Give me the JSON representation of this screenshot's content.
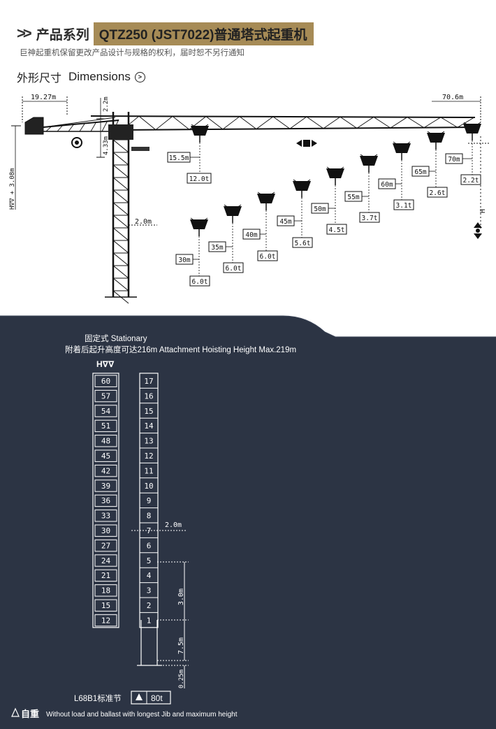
{
  "header": {
    "category_label": "产品系列",
    "model_label": "QTZ250 (JST7022)普通塔式起重机",
    "disclaimer": "巨神起重机保留更改产品设计与规格的权利，届时恕不另行通知"
  },
  "dimensions": {
    "title_cn": "外形尺寸",
    "title_en": "Dimensions",
    "counter_jib_length": "19.27m",
    "jib_length": "70.6m",
    "top_height": "2.2m",
    "head_height": "4.33m",
    "total_height": "H∇∇ + 3.08m",
    "tower_width": "2.0m",
    "hook_height_label": "H",
    "load_chart": [
      {
        "radius": "15.5m",
        "load": "12.0t"
      },
      {
        "radius": "30m",
        "load": "6.0t"
      },
      {
        "radius": "35m",
        "load": "6.0t"
      },
      {
        "radius": "40m",
        "load": "6.0t"
      },
      {
        "radius": "45m",
        "load": "5.6t"
      },
      {
        "radius": "50m",
        "load": "4.5t"
      },
      {
        "radius": "55m",
        "load": "3.7t"
      },
      {
        "radius": "60m",
        "load": "3.1t"
      },
      {
        "radius": "65m",
        "load": "2.6t"
      },
      {
        "radius": "70m",
        "load": "2.2t"
      }
    ]
  },
  "stationary": {
    "title": "固定式 Stationary",
    "attachment_note": "附着后起升高度可达216m Attachment Hoisting Height Max.219m",
    "height_header": "H∇∇",
    "heights": [
      "60",
      "57",
      "54",
      "51",
      "48",
      "45",
      "42",
      "39",
      "36",
      "33",
      "30",
      "27",
      "24",
      "21",
      "18",
      "15",
      "12"
    ],
    "sections": [
      "17",
      "16",
      "15",
      "14",
      "13",
      "12",
      "11",
      "10",
      "9",
      "8",
      "7",
      "6",
      "5",
      "4",
      "3",
      "2",
      "1"
    ],
    "section_width": "2.0m",
    "section_height": "3.0m",
    "base_height": "7.5m",
    "anchor_height": "0.25m",
    "base_label": "L68B1标准节",
    "base_weight": "80t",
    "self_weight_label": "自重",
    "footnote": "Without load and ballast with longest Jib and maximum height"
  },
  "colors": {
    "gold": "#a68b56",
    "navy": "#2c3444"
  }
}
